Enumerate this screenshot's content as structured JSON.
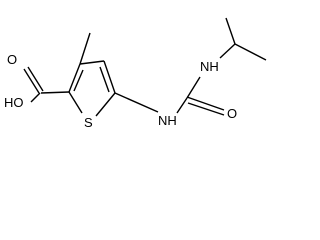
{
  "molecule": {
    "atoms": {
      "carboxyl_oh": "HO",
      "carboxyl_o": "O",
      "thiophene_s": "S",
      "urea_nh_ring": "NH",
      "urea_nh_isopropyl": "NH",
      "urea_o": "O"
    }
  },
  "colors": {
    "bond": "#000000",
    "label": "#000000",
    "background": "#ffffff"
  }
}
